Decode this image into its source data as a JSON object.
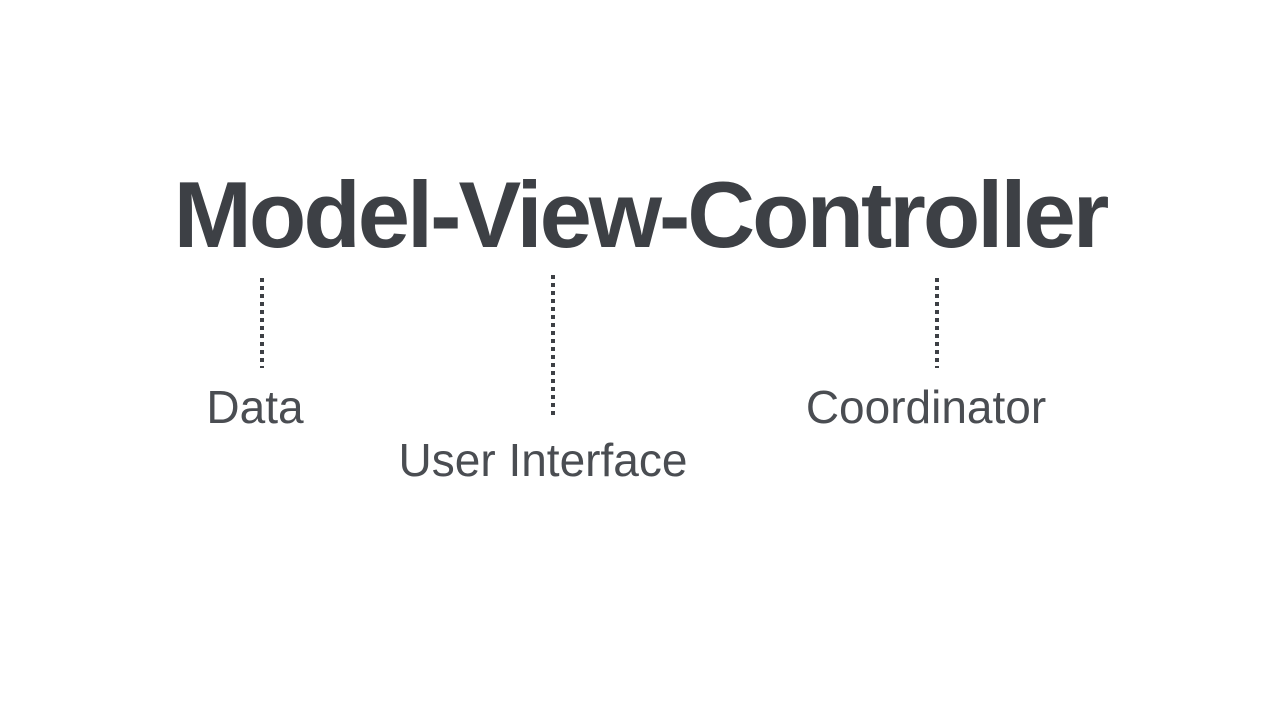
{
  "page": {
    "background_color": "#ffffff",
    "title_color": "#3d4045",
    "label_color": "#4a4d52",
    "connector_color": "#3d4045",
    "connector_style": "vertical-dotted"
  },
  "diagram": {
    "title": "Model-View-Controller",
    "labels": [
      {
        "text": "Data",
        "connects_to": "Model"
      },
      {
        "text": "User Interface",
        "connects_to": "View"
      },
      {
        "text": "Coordinator",
        "connects_to": "Controller"
      }
    ]
  }
}
